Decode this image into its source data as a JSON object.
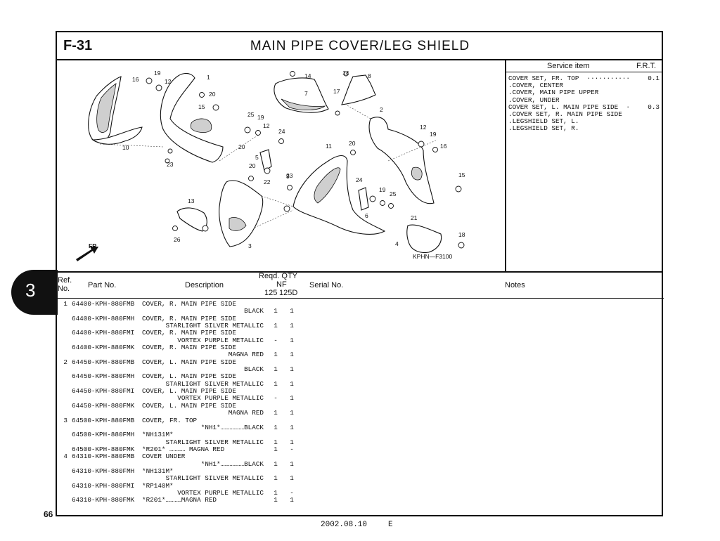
{
  "header": {
    "page_code": "F-31",
    "title": "MAIN PIPE COVER/LEG SHIELD"
  },
  "section_tab": "3",
  "page_number": "66",
  "footer": {
    "date": "2002.08.10",
    "edition": "E"
  },
  "diagram": {
    "code": "KPHN—F3100",
    "direction_label": "FR.",
    "callouts": [
      "1",
      "2",
      "3",
      "4",
      "5",
      "6",
      "7",
      "8",
      "9",
      "10",
      "11",
      "12",
      "12",
      "12",
      "13",
      "14",
      "14",
      "15",
      "15",
      "16",
      "16",
      "17",
      "18",
      "19",
      "19",
      "19",
      "19",
      "20",
      "20",
      "20",
      "21",
      "22",
      "23",
      "23",
      "24",
      "24",
      "25",
      "25",
      "26"
    ]
  },
  "service": {
    "item_header": "Service item",
    "frt_header": "F.R.T.",
    "items": [
      {
        "text": "COVER SET, FR. TOP  ···········",
        "frt": "0.1"
      },
      {
        "text": ".COVER, CENTER",
        "frt": ""
      },
      {
        "text": ".COVER, MAIN PIPE UPPER",
        "frt": ""
      },
      {
        "text": ".COVER, UNDER",
        "frt": ""
      },
      {
        "text": "COVER SET, L. MAIN PIPE SIDE  ·",
        "frt": "0.3"
      },
      {
        "text": ".COVER SET, R. MAIN PIPE SIDE",
        "frt": ""
      },
      {
        "text": ".LEGSHIELD SET, L.",
        "frt": ""
      },
      {
        "text": ".LEGSHIELD SET, R.",
        "frt": ""
      }
    ]
  },
  "columns": {
    "ref": "Ref.",
    "no": "No.",
    "part_no": "Part No.",
    "description": "Description",
    "reqd_qty": "Reqd. QTY",
    "nf": "NF",
    "q1": "125",
    "q2": "125D",
    "serial_no": "Serial No.",
    "notes": "Notes"
  },
  "parts": [
    {
      "ref": "1",
      "part": "64400-KPH-880FMB",
      "desc": "COVER, R. MAIN PIPE SIDE",
      "var": "",
      "q1": "",
      "q2": ""
    },
    {
      "ref": "",
      "part": "",
      "desc": "",
      "var": "BLACK",
      "q1": "1",
      "q2": "1"
    },
    {
      "ref": "",
      "part": "64400-KPH-880FMH",
      "desc": "COVER, R. MAIN PIPE SIDE",
      "var": "",
      "q1": "",
      "q2": ""
    },
    {
      "ref": "",
      "part": "",
      "desc": "",
      "var": "STARLIGHT SILVER METALLIC",
      "q1": "1",
      "q2": "1"
    },
    {
      "ref": "",
      "part": "64400-KPH-880FMI",
      "desc": "COVER, R. MAIN PIPE SIDE",
      "var": "",
      "q1": "",
      "q2": ""
    },
    {
      "ref": "",
      "part": "",
      "desc": "",
      "var": "VORTEX PURPLE METALLIC",
      "q1": "-",
      "q2": "1"
    },
    {
      "ref": "",
      "part": "64400-KPH-880FMK",
      "desc": "COVER, R. MAIN PIPE SIDE",
      "var": "",
      "q1": "",
      "q2": ""
    },
    {
      "ref": "",
      "part": "",
      "desc": "",
      "var": "MAGNA RED",
      "q1": "1",
      "q2": "1"
    },
    {
      "ref": "2",
      "part": "64450-KPH-880FMB",
      "desc": "COVER, L. MAIN PIPE SIDE",
      "var": "",
      "q1": "",
      "q2": ""
    },
    {
      "ref": "",
      "part": "",
      "desc": "",
      "var": "BLACK",
      "q1": "1",
      "q2": "1"
    },
    {
      "ref": "",
      "part": "64450-KPH-880FMH",
      "desc": "COVER, L. MAIN PIPE SIDE",
      "var": "",
      "q1": "",
      "q2": ""
    },
    {
      "ref": "",
      "part": "",
      "desc": "",
      "var": "STARLIGHT SILVER METALLIC",
      "q1": "1",
      "q2": "1"
    },
    {
      "ref": "",
      "part": "64450-KPH-880FMI",
      "desc": "COVER, L. MAIN PIPE SIDE",
      "var": "",
      "q1": "",
      "q2": ""
    },
    {
      "ref": "",
      "part": "",
      "desc": "",
      "var": "VORTEX PURPLE METALLIC",
      "q1": "-",
      "q2": "1"
    },
    {
      "ref": "",
      "part": "64450-KPH-880FMK",
      "desc": "COVER, L. MAIN PIPE SIDE",
      "var": "",
      "q1": "",
      "q2": ""
    },
    {
      "ref": "",
      "part": "",
      "desc": "",
      "var": "MAGNA RED",
      "q1": "1",
      "q2": "1"
    },
    {
      "ref": "3",
      "part": "64500-KPH-880FMB",
      "desc": "COVER, FR. TOP",
      "var": "",
      "q1": "",
      "q2": ""
    },
    {
      "ref": "",
      "part": "",
      "desc": "",
      "var": "*NH1*………………BLACK",
      "q1": "1",
      "q2": "1"
    },
    {
      "ref": "",
      "part": "64500-KPH-880FMH",
      "desc": "*NH131M*",
      "var": "",
      "q1": "",
      "q2": ""
    },
    {
      "ref": "",
      "part": "",
      "desc": "",
      "var": "STARLIGHT SILVER METALLIC",
      "q1": "1",
      "q2": "1"
    },
    {
      "ref": "",
      "part": "64500-KPH-880FMK",
      "desc": "*R201* ………… MAGNA RED",
      "var": "",
      "q1": "1",
      "q2": "-"
    },
    {
      "ref": "4",
      "part": "64310-KPH-880FMB",
      "desc": "COVER UNDER",
      "var": "",
      "q1": "",
      "q2": ""
    },
    {
      "ref": "",
      "part": "",
      "desc": "",
      "var": "*NH1*………………BLACK",
      "q1": "1",
      "q2": "1"
    },
    {
      "ref": "",
      "part": "64310-KPH-880FMH",
      "desc": "*NH131M*",
      "var": "",
      "q1": "",
      "q2": ""
    },
    {
      "ref": "",
      "part": "",
      "desc": "",
      "var": "STARLIGHT SILVER METALLIC",
      "q1": "1",
      "q2": "1"
    },
    {
      "ref": "",
      "part": "64310-KPH-880FMI",
      "desc": "*RP140M*",
      "var": "",
      "q1": "",
      "q2": ""
    },
    {
      "ref": "",
      "part": "",
      "desc": "",
      "var": "VORTEX PURPLE METALLIC",
      "q1": "1",
      "q2": "-"
    },
    {
      "ref": "",
      "part": "64310-KPH-880FMK",
      "desc": "*R201*…………MAGNA RED",
      "var": "",
      "q1": "1",
      "q2": "1"
    }
  ]
}
